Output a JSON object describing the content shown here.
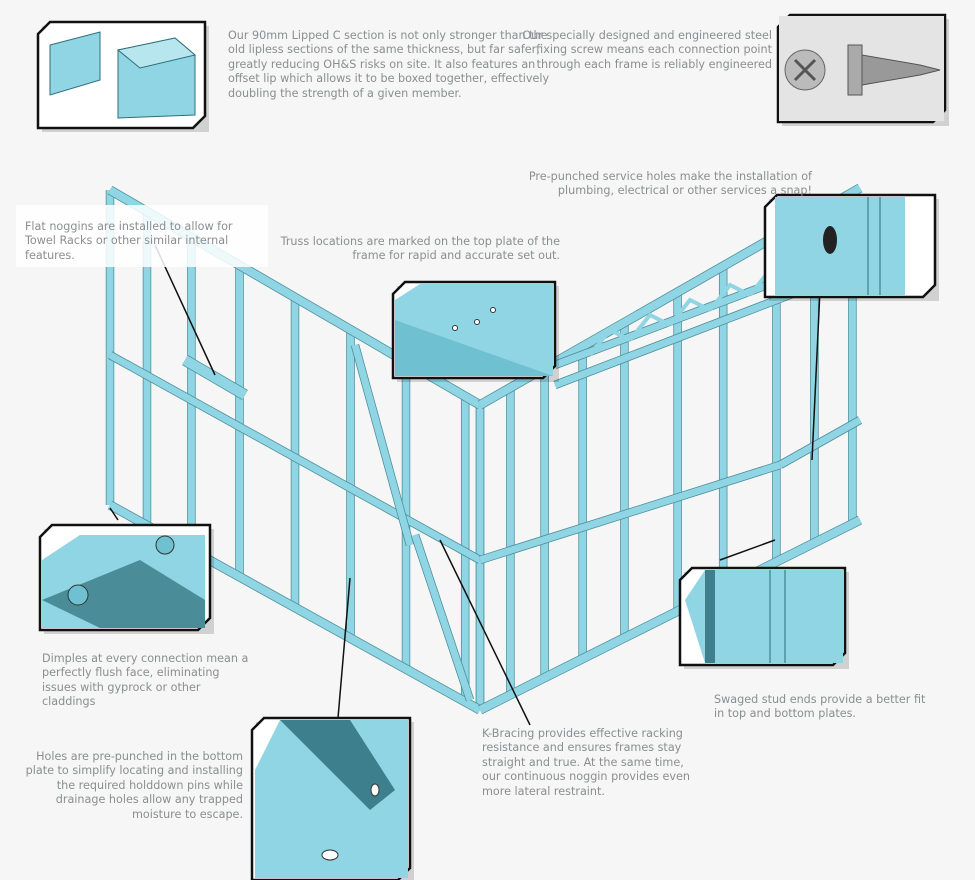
{
  "callouts": {
    "lipped_c": "Our 90mm Lipped C section is not only stronger than the old lipless sections of the same thickness, but far safer, greatly reducing OH&S risks on site. It also features an offset lip which allows it to be boxed together, effectively doubling the strength of a given member.",
    "screw": "Our specially designed and engineered steel fixing screw means each connection point through each frame is reliably engineered",
    "flat_noggins": "Flat noggins are installed to allow for Towel Racks or other similar internal features.",
    "truss": "Truss locations are marked on the top plate of the frame for rapid and accurate set out.",
    "service_holes": "Pre-punched service holes make the installation of plumbing, electrical or other services a snap!",
    "dimples": "Dimples at every connection mean a perfectly flush face, eliminating issues with gyprock or other claddings",
    "bottom_plate": "Holes are pre-punched in the bottom plate to simplify locating and installing the required holddown pins while drainage holes allow any trapped moisture to escape.",
    "k_bracing": "K-Bracing provides effective racking resistance and ensures frames stay straight and true. At the same time, our continuous noggin provides even more lateral restraint.",
    "swaged": "Swaged stud ends provide a better fit in top and bottom plates."
  },
  "colors": {
    "steel": "#8fd5e4",
    "steel_dark": "#3d7f8c",
    "leader": "#111111",
    "text": "#8b8e90"
  }
}
